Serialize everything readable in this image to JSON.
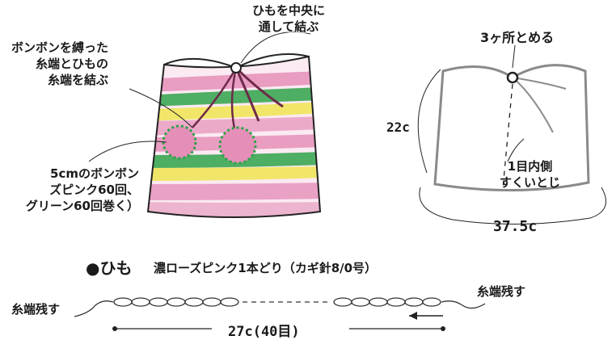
{
  "sketch_labels": {
    "pompom_tie_line1": "ボンボンを縛った",
    "pompom_tie_line2": "糸端とひもの",
    "pompom_tie_line3": "糸端を結ぶ",
    "cord_center_line1": "ひもを中央に",
    "cord_center_line2": "通して結ぶ",
    "pompom_spec_line1": "5cmのボンボン",
    "pompom_spec_line2": "ズピンク60回、",
    "pompom_spec_line3": "グリーン60回巻く）"
  },
  "schematic": {
    "fasten_label": "3ヶ所とめる",
    "height_label": "22c",
    "seam_line1": "1目内側",
    "seam_line2": "すくいとじ",
    "circumference_label": "37.5c"
  },
  "cord": {
    "bullet": "●",
    "title": "ひも",
    "spec": "濃ローズピンク1本どり（カギ針8/0号）",
    "left_tail": "糸端残す",
    "right_tail": "糸端残す",
    "length_label": "27c(40目)"
  },
  "colors": {
    "pink": "#e58fb8",
    "green": "#2fa34a",
    "yellow": "#efe65a",
    "outline": "#8a8a8a",
    "ink": "#1a1a1a"
  }
}
